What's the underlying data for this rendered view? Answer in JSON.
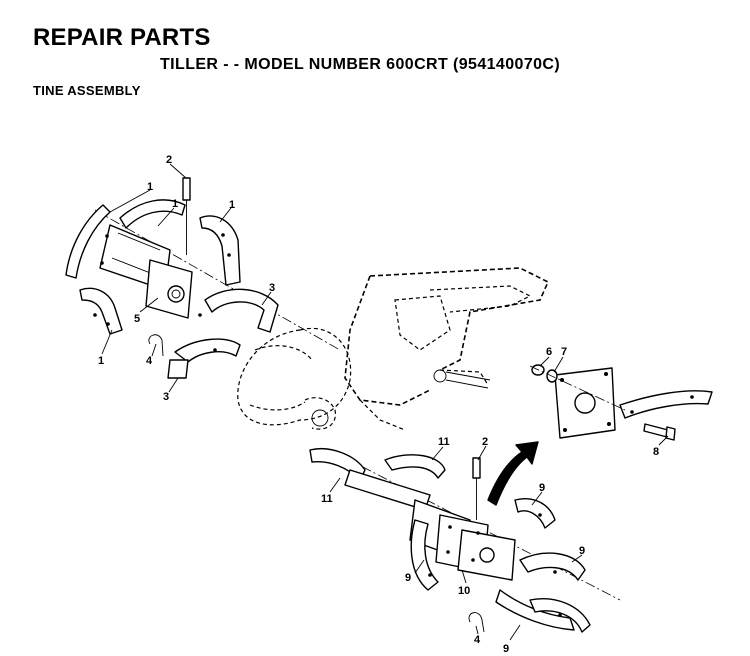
{
  "header": {
    "title": "REPAIR PARTS",
    "subtitle": "TILLER - - MODEL NUMBER 600CRT (954140070C)",
    "section": "TINE ASSEMBLY"
  },
  "callouts": {
    "c1a": "1",
    "c1b": "1",
    "c1c": "1",
    "c1d": "1",
    "c2a": "2",
    "c2b": "2",
    "c3a": "3",
    "c3b": "3",
    "c4a": "4",
    "c4b": "4",
    "c5": "5",
    "c6": "6",
    "c7": "7",
    "c8": "8",
    "c9a": "9",
    "c9b": "9",
    "c9c": "9",
    "c9d": "9",
    "c10": "10",
    "c11a": "11",
    "c11b": "11"
  }
}
